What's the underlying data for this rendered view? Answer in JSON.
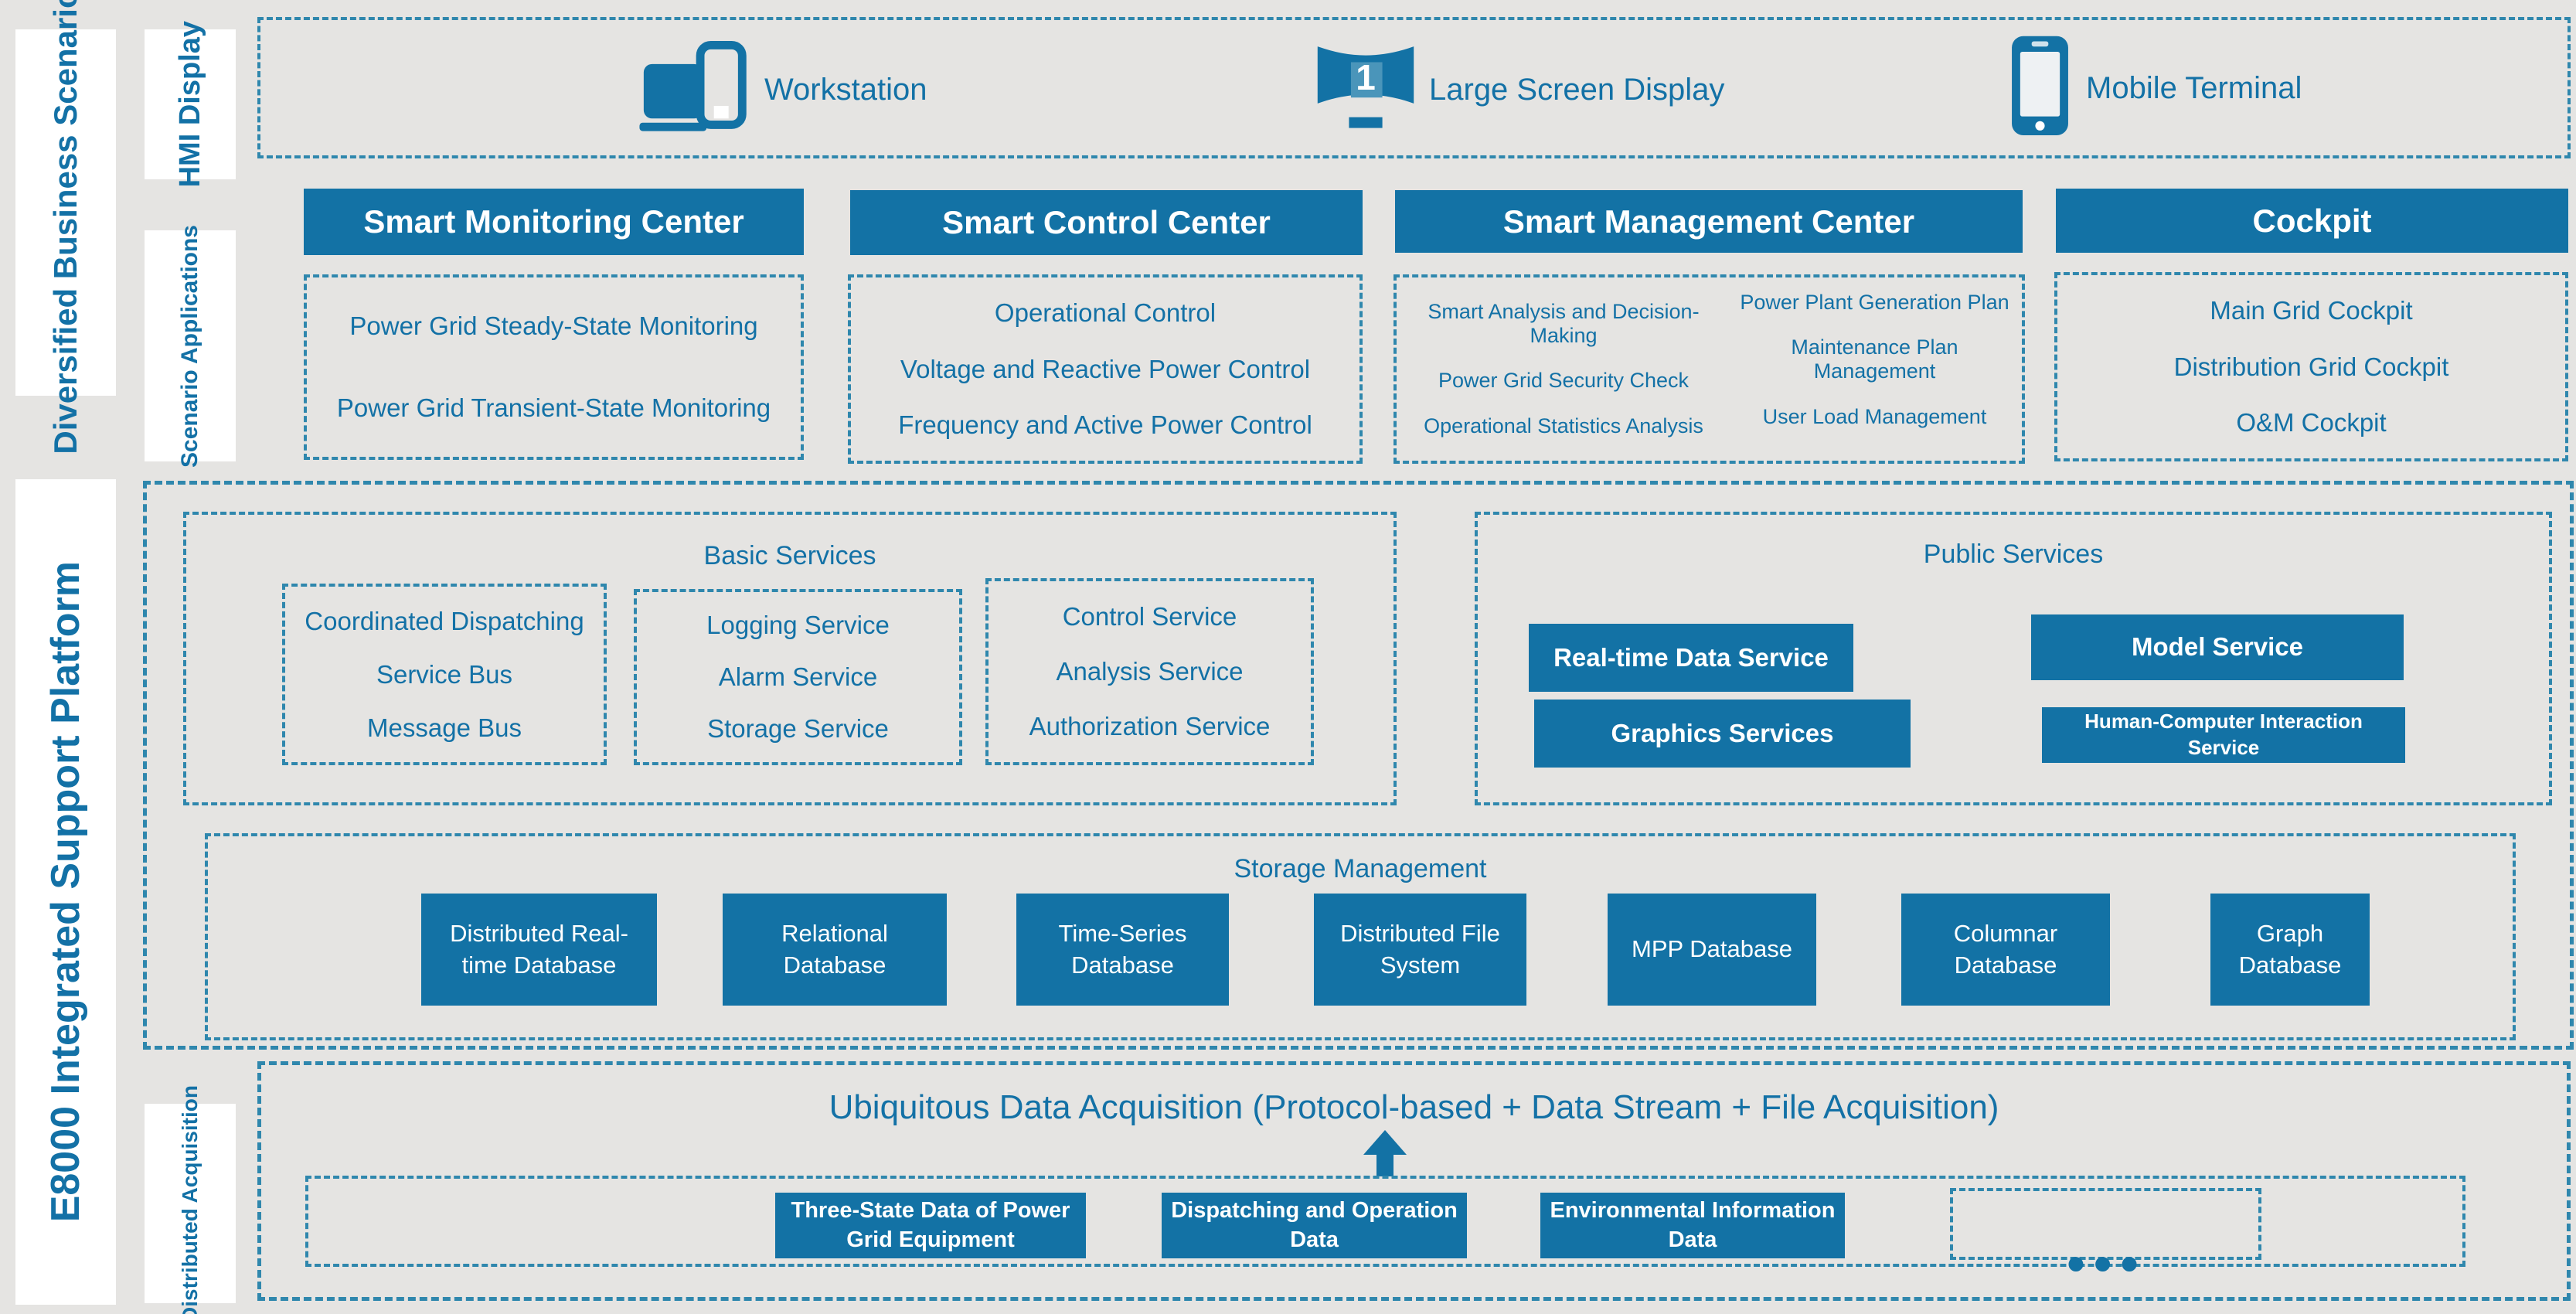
{
  "colors": {
    "accent": "#1372a5",
    "dashed_border": "#2f87ad",
    "text_blue": "#1371a6",
    "background": "#e5e4e2"
  },
  "sidebar": {
    "diversified": "Diversified Business Scenarios",
    "e8000": "E8000 Integrated Support Platform",
    "hmi": "HMI Display",
    "scenario": "Scenario Applications",
    "distributed": "Distributed Acquisition"
  },
  "hmi_row": {
    "items": [
      {
        "icon": "workstation-icon",
        "label": "Workstation"
      },
      {
        "icon": "large-screen-icon",
        "label": "Large Screen Display",
        "screen_number": "1"
      },
      {
        "icon": "mobile-terminal-icon",
        "label": "Mobile Terminal"
      }
    ]
  },
  "centers": [
    {
      "title": "Smart Monitoring Center",
      "items": [
        "Power Grid Steady-State Monitoring",
        "Power Grid Transient-State Monitoring"
      ]
    },
    {
      "title": "Smart Control Center",
      "items": [
        "Operational Control",
        "Voltage and Reactive Power Control",
        "Frequency and Active Power Control"
      ]
    },
    {
      "title": "Smart Management Center",
      "left": [
        "Smart Analysis and Decision-Making",
        "Power Grid Security Check",
        "Operational Statistics Analysis"
      ],
      "right": [
        "Power Plant Generation Plan",
        "Maintenance Plan Management",
        "User Load Management"
      ]
    },
    {
      "title": "Cockpit",
      "items": [
        "Main Grid Cockpit",
        "Distribution Grid Cockpit",
        "O&M Cockpit"
      ]
    }
  ],
  "basic_services": {
    "title": "Basic Services",
    "groups": [
      [
        "Coordinated Dispatching",
        "Service Bus",
        "Message Bus"
      ],
      [
        "Logging Service",
        "Alarm Service",
        "Storage Service"
      ],
      [
        "Control Service",
        "Analysis Service",
        "Authorization Service"
      ]
    ]
  },
  "public_services": {
    "title": "Public Services",
    "buttons": [
      "Real-time Data Service",
      "Model Service",
      "Graphics Services",
      "Human-Computer Interaction Service"
    ]
  },
  "storage": {
    "title": "Storage Management",
    "items": [
      "Distributed Real-time Database",
      "Relational Database",
      "Time-Series Database",
      "Distributed File System",
      "MPP Database",
      "Columnar Database",
      "Graph Database"
    ]
  },
  "acquisition": {
    "title": "Ubiquitous Data Acquisition (Protocol-based + Data Stream + File Acquisition)",
    "boxes": [
      "Three-State Data of Power Grid Equipment",
      "Dispatching and Operation Data",
      "Environmental Information Data"
    ],
    "ellipsis": "●●●"
  }
}
